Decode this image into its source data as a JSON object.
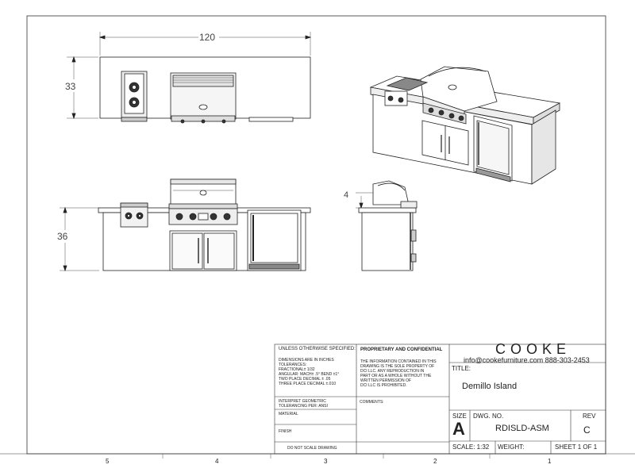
{
  "dimensions": {
    "overall_width": "120",
    "plan_depth": "33",
    "height": "36",
    "side_offset": "4"
  },
  "zones": [
    "5",
    "4",
    "3",
    "2",
    "1"
  ],
  "title_block": {
    "tolerances_header": "UNLESS OTHERWISE SPECIFIED:",
    "tolerances_text": "DIMENSIONS ARE IN INCHES\nTOLERANCES:\nFRACTIONAL± 1/32\nANGULAR: MACH± .5° BEND ±1°\nTWO PLACE DECIMAL   ± .05\nTHREE PLACE DECIMAL  ±.010",
    "geometric_text": "INTERPRET GEOMETRIC\nTOLERANCING PER: ANSI",
    "material_label": "MATERIAL",
    "finish_label": "FINISH",
    "do_not_scale": "DO NOT SCALE DRAWING",
    "proprietary_header": "PROPRIETARY AND CONFIDENTIAL",
    "proprietary_text": "THE INFORMATION CONTAINED IN THIS\nDRAWING IS THE SOLE PROPERTY OF\nDCI LLC. ANY REPRODUCTION IN\nPART OR AS A WHOLE WITHOUT THE\nWRITTEN PERMISSION OF\nDCI LLC IS PROHIBITED.",
    "comments_label": "COMMENTS:",
    "brand": "COOKE",
    "contact": "info@cookefurniture.com 888-303-2453",
    "title_label": "TITLE:",
    "title": "Demillo Island",
    "size_label": "SIZE",
    "size": "A",
    "dwg_label": "DWG.  NO.",
    "dwg_no": "RDISLD-ASM",
    "rev_label": "REV",
    "rev": "C",
    "scale": "SCALE: 1:32",
    "weight": "WEIGHT:",
    "sheet": "SHEET 1 OF 1"
  }
}
